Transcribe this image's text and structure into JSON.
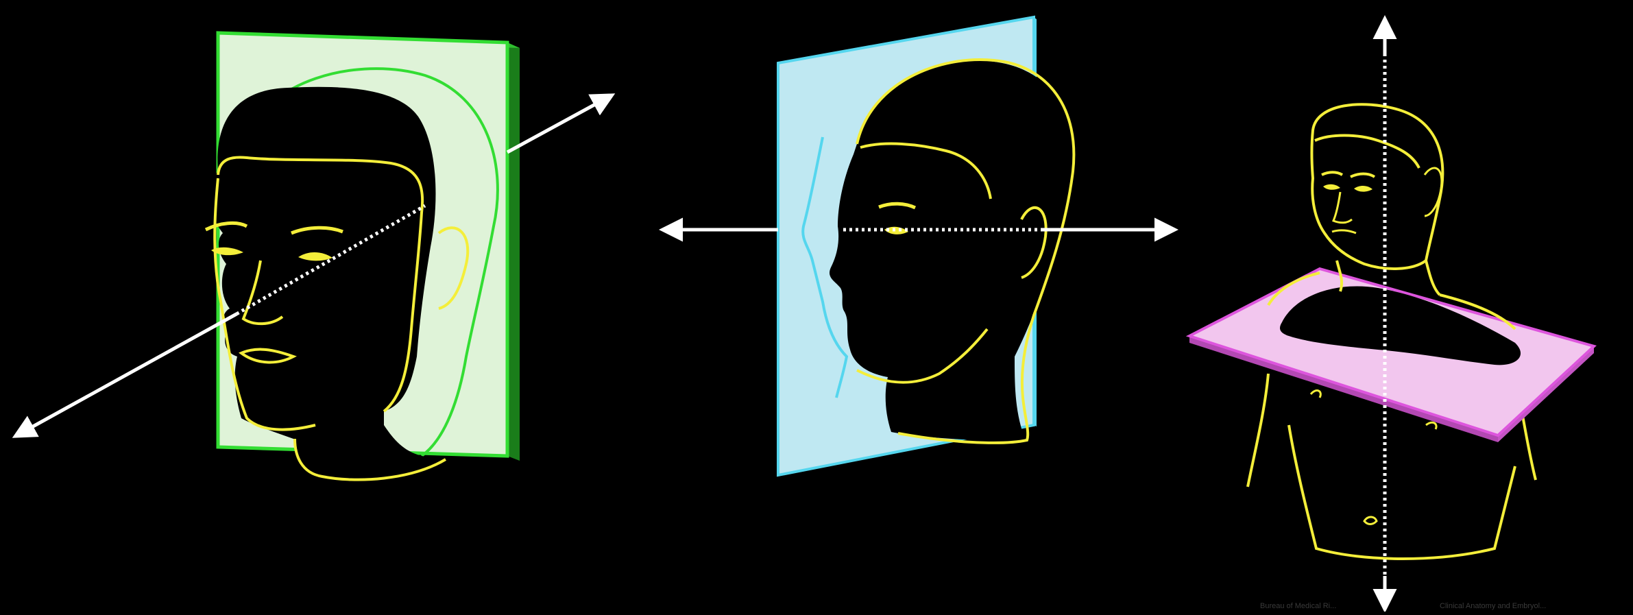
{
  "figure": {
    "panels": [
      {
        "id": "coronal",
        "plane_color": "#dff3d8",
        "plane_edge_color": "#33dd33",
        "axis": "anteroposterior"
      },
      {
        "id": "sagittal",
        "plane_color": "#bfe8f2",
        "plane_edge_color": "#55d6ee",
        "axis": "left-right"
      },
      {
        "id": "transverse",
        "plane_color": "#f2c6ee",
        "plane_edge_color": "#dd55dd",
        "axis": "superior-inferior"
      }
    ],
    "colors": {
      "background": "#000000",
      "outline": "#f4ee3a",
      "arrow": "#ffffff"
    },
    "credits": {
      "left": "Bureau of Medical Ri...",
      "right": "Clinical Anatomy and Embryol..."
    }
  }
}
